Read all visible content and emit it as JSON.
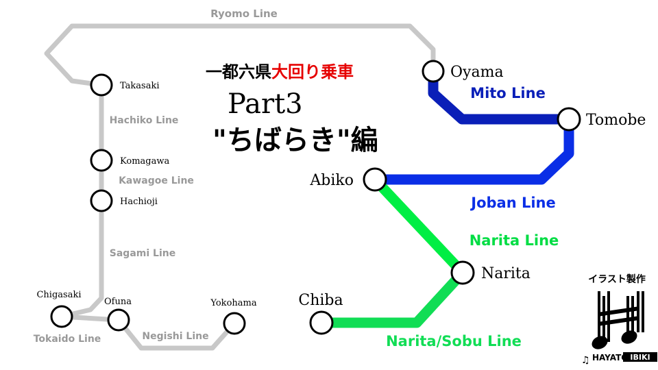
{
  "title": {
    "prefix": "一都六県",
    "highlight": "大回り乗車",
    "part": "Part3",
    "subtitle": "\"ちばらき\"編"
  },
  "lines": {
    "ryomo": "Ryomo Line",
    "hachiko": "Hachiko Line",
    "kawagoe": "Kawagoe Line",
    "sagami": "Sagami Line",
    "tokaido": "Tokaido Line",
    "negishi": "Negishi Line",
    "mito": "Mito Line",
    "joban": "Joban Line",
    "narita": "Narita Line",
    "narita_sobu": "Narita/Sobu Line"
  },
  "stations": {
    "takasaki": "Takasaki",
    "komagawa": "Komagawa",
    "hachioji": "Hachioji",
    "chigasaki": "Chigasaki",
    "ofuna": "Ofuna",
    "yokohama": "Yokohama",
    "oyama": "Oyama",
    "tomobe": "Tomobe",
    "abiko": "Abiko",
    "narita": "Narita",
    "chiba": "Chiba"
  },
  "credit": {
    "label": "イラスト製作",
    "logo_text": "HAYATO",
    "logo_suffix": "IBIKI",
    "logo_icon": "music-notes-icon"
  },
  "colors": {
    "gray_line": "#c8c8c8",
    "gray_label": "#999999",
    "mito_line": "#0a1fb8",
    "joban_line": "#0a2ee6",
    "narita_line": "#00ee44",
    "narita_sobu_line": "#11dd55",
    "title_red": "#e60000"
  }
}
